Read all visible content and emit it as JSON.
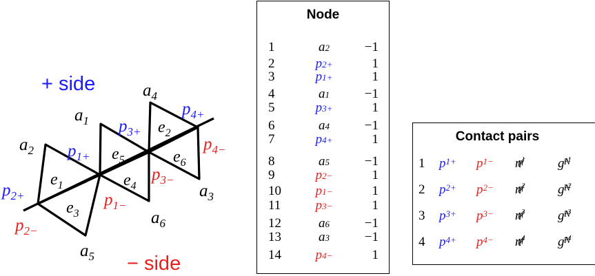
{
  "diagram": {
    "plus_side": "+ side",
    "minus_side": "− side",
    "nodes": [
      {
        "id": "a1",
        "base": "a",
        "sub": "1",
        "color": "#000000"
      },
      {
        "id": "a2",
        "base": "a",
        "sub": "2",
        "color": "#000000"
      },
      {
        "id": "a3",
        "base": "a",
        "sub": "3",
        "color": "#000000"
      },
      {
        "id": "a4",
        "base": "a",
        "sub": "4",
        "color": "#000000"
      },
      {
        "id": "a5",
        "base": "a",
        "sub": "5",
        "color": "#000000"
      },
      {
        "id": "a6",
        "base": "a",
        "sub": "6",
        "color": "#000000"
      },
      {
        "id": "p1p",
        "base": "p",
        "sub": "1+",
        "color": "#1a1aff"
      },
      {
        "id": "p2p",
        "base": "p",
        "sub": "2+",
        "color": "#1a1aff"
      },
      {
        "id": "p3p",
        "base": "p",
        "sub": "3+",
        "color": "#1a1aff"
      },
      {
        "id": "p4p",
        "base": "p",
        "sub": "4+",
        "color": "#1a1aff"
      },
      {
        "id": "p1m",
        "base": "p",
        "sub": "1−",
        "color": "#e8201c"
      },
      {
        "id": "p2m",
        "base": "p",
        "sub": "2−",
        "color": "#e8201c"
      },
      {
        "id": "p3m",
        "base": "p",
        "sub": "3−",
        "color": "#e8201c"
      },
      {
        "id": "p4m",
        "base": "p",
        "sub": "4−",
        "color": "#e8201c"
      }
    ],
    "elements": [
      {
        "id": "e1",
        "base": "e",
        "sub": "1"
      },
      {
        "id": "e2",
        "base": "e",
        "sub": "2"
      },
      {
        "id": "e3",
        "base": "e",
        "sub": "3"
      },
      {
        "id": "e4",
        "base": "e",
        "sub": "4"
      },
      {
        "id": "e5",
        "base": "e",
        "sub": "5"
      },
      {
        "id": "e6",
        "base": "e",
        "sub": "6"
      }
    ]
  },
  "node_table": {
    "title": "Node",
    "rows": [
      {
        "index": "1",
        "base": "a",
        "sub": "2",
        "value": "−1",
        "color": "#000000"
      },
      {
        "index": "2",
        "base": "p",
        "sub": "2+",
        "value": "1",
        "color": "#1a1aff"
      },
      {
        "index": "3",
        "base": "p",
        "sub": "1+",
        "value": "1",
        "color": "#1a1aff"
      },
      {
        "index": "4",
        "base": "a",
        "sub": "1",
        "value": "−1",
        "color": "#000000"
      },
      {
        "index": "5",
        "base": "p",
        "sub": "3+",
        "value": "1",
        "color": "#1a1aff"
      },
      {
        "index": "6",
        "base": "a",
        "sub": "4",
        "value": "−1",
        "color": "#000000"
      },
      {
        "index": "7",
        "base": "p",
        "sub": "4+",
        "value": "1",
        "color": "#1a1aff"
      },
      {
        "index": "8",
        "base": "a",
        "sub": "5",
        "value": "−1",
        "color": "#000000"
      },
      {
        "index": "9",
        "base": "p",
        "sub": "2−",
        "value": "1",
        "color": "#e8201c"
      },
      {
        "index": "10",
        "base": "p",
        "sub": "1−",
        "value": "1",
        "color": "#e8201c"
      },
      {
        "index": "11",
        "base": "p",
        "sub": "3−",
        "value": "1",
        "color": "#e8201c"
      },
      {
        "index": "12",
        "base": "a",
        "sub": "6",
        "value": "−1",
        "color": "#000000"
      },
      {
        "index": "13",
        "base": "a",
        "sub": "3",
        "value": "−1",
        "color": "#000000"
      },
      {
        "index": "14",
        "base": "p",
        "sub": "4−",
        "value": "1",
        "color": "#e8201c"
      }
    ]
  },
  "contact_table": {
    "title": "Contact pairs",
    "rows": [
      {
        "index": "1",
        "plus": "1+",
        "minus": "1−",
        "n_sub": "p",
        "n_subsub": "1",
        "g_sub": "N",
        "g_subsub": "p1"
      },
      {
        "index": "2",
        "plus": "2+",
        "minus": "2−",
        "n_sub": "p",
        "n_subsub": "2",
        "g_sub": "N",
        "g_subsub": "p2"
      },
      {
        "index": "3",
        "plus": "3+",
        "minus": "3−",
        "n_sub": "p",
        "n_subsub": "3",
        "g_sub": "N",
        "g_subsub": "p3"
      },
      {
        "index": "4",
        "plus": "4+",
        "minus": "4−",
        "n_sub": "p",
        "n_subsub": "4",
        "g_sub": "N",
        "g_subsub": "p4"
      }
    ],
    "symbols": {
      "p": "p",
      "n": "n",
      "n_sup": "f",
      "g": "g"
    }
  }
}
